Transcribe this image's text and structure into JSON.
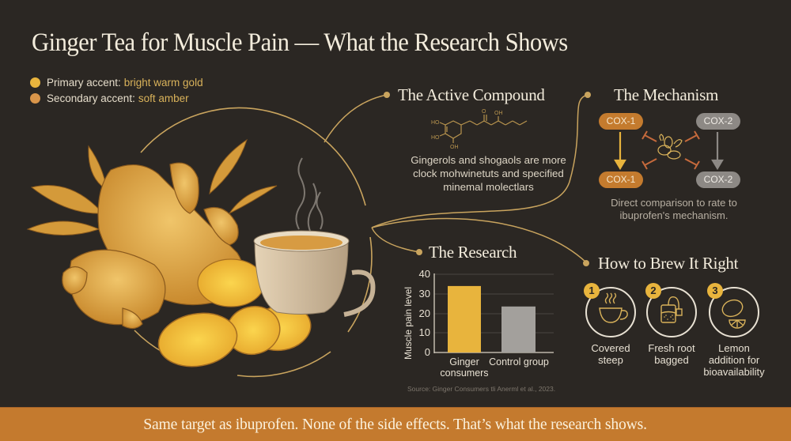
{
  "header": {
    "title": "Ginger Tea for Muscle Pain — What the Research Shows"
  },
  "legend": [
    {
      "label": "Primary accent:",
      "value": "bright warm gold",
      "dot_color": "#e8b43d",
      "value_color": "#d9b25a"
    },
    {
      "label": "Secondary accent:",
      "value": "soft amber",
      "dot_color": "#d9954a",
      "value_color": "#d9b25a"
    }
  ],
  "colors": {
    "background": "#2b2723",
    "primary_gold": "#e8b43d",
    "amber": "#c47a2e",
    "line_gold": "#c9a45e",
    "gray": "#8d8985",
    "inhibit": "#c66a3c",
    "text_light": "#f3ecdc"
  },
  "illustration": {
    "subjects": [
      "ginger-root",
      "ginger-leaves",
      "ginger-slices",
      "tea-cup",
      "steam"
    ]
  },
  "active_compound": {
    "title": "The Active Compound",
    "molecule_labels": [
      "HO",
      "HO",
      "OH",
      "O",
      "OH"
    ],
    "description": "Gingerols and shogaols are more clock mohwinetuts and specified minemal molectlars"
  },
  "mechanism": {
    "title": "The Mechanism",
    "pills": [
      {
        "label": "COX-1",
        "kind": "cox1"
      },
      {
        "label": "COX-2",
        "kind": "cox2"
      },
      {
        "label": "COX-1",
        "kind": "cox1"
      },
      {
        "label": "COX-2",
        "kind": "cox2"
      }
    ],
    "center_icon": "ginger-icon",
    "description": "Direct comparison to rate to ibuprofen's mechanism."
  },
  "research": {
    "title": "The Research",
    "source": "Source: Ginger Consumers tli Anerml et al., 2023."
  },
  "chart_data": {
    "type": "bar",
    "title": "The Research",
    "categories": [
      "Ginger consumers",
      "Control group"
    ],
    "values": [
      34,
      23.5
    ],
    "colors": [
      "#e8b43d",
      "#a3a09c"
    ],
    "xlabel": "",
    "ylabel": "Muscle pain level",
    "ylim": [
      0,
      40
    ],
    "yticks": [
      0,
      10,
      20,
      30,
      40
    ],
    "grid": true,
    "legend": null,
    "source": "Source: Ginger Consumers tli Anerml et al., 2023."
  },
  "brew": {
    "title": "How to Brew It Right",
    "steps": [
      {
        "number": "1",
        "icon": "teacup-icon",
        "label_line1": "Covered",
        "label_line2": "steep",
        "label_line3": ""
      },
      {
        "number": "2",
        "icon": "teabag-icon",
        "label_line1": "Fresh root",
        "label_line2": "bagged",
        "label_line3": ""
      },
      {
        "number": "3",
        "icon": "lemon-icon",
        "label_line1": "Lemon",
        "label_line2": "addition for",
        "label_line3": "bioavailability"
      }
    ]
  },
  "footer": {
    "text": "Same target as ibuprofen. None of the side effects. That’s what the research shows."
  }
}
